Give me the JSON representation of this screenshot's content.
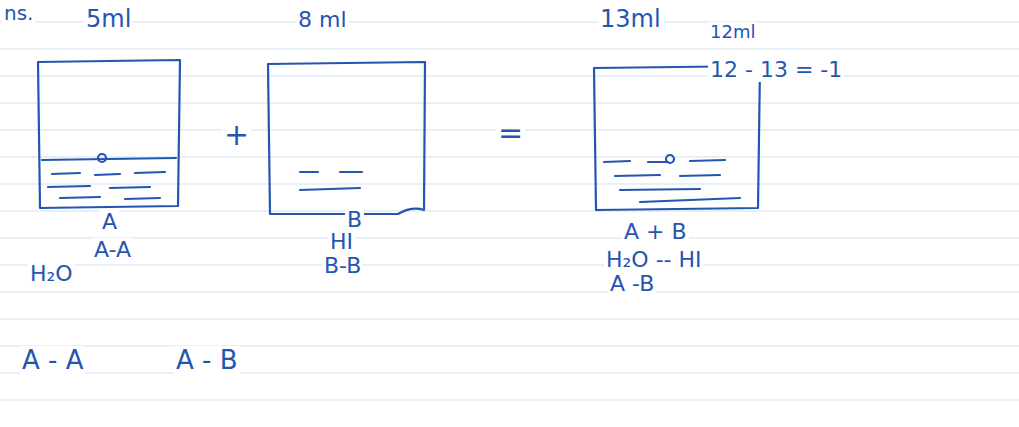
{
  "diagram": {
    "labels": [
      "ns.",
      "5ml",
      "8 ml",
      "13ml",
      "12ml",
      "12 - 13 = -1",
      "+",
      "=",
      "A",
      "A-A",
      "H₂O",
      "B",
      "HI",
      "B-B",
      "A + B",
      "H₂O -- HI",
      "A -B",
      "A - A",
      "A - B"
    ]
  }
}
